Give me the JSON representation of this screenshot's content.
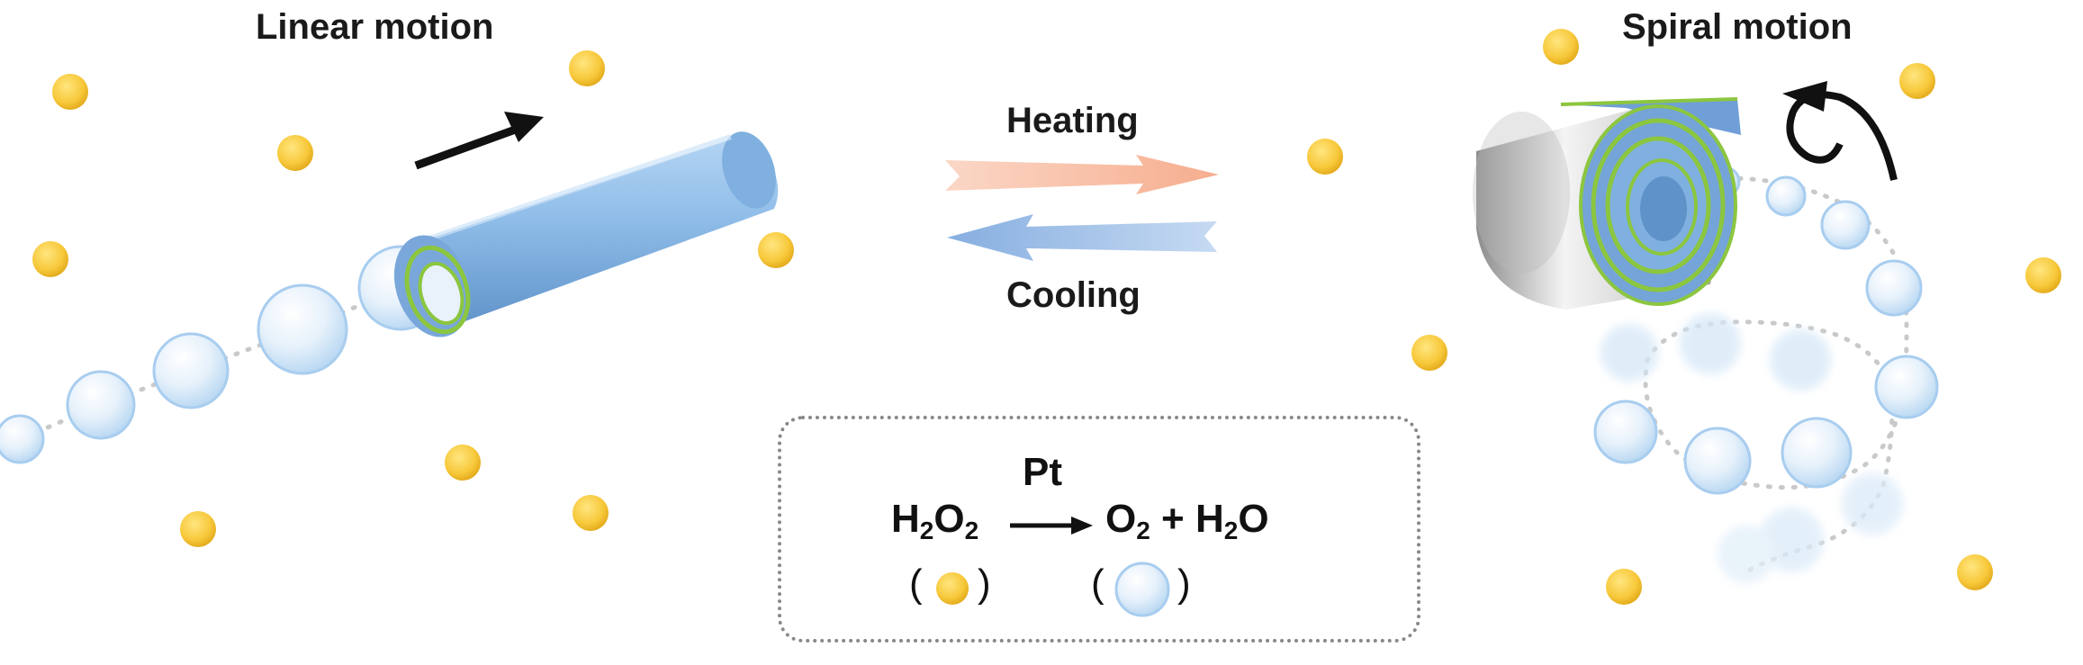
{
  "titles": {
    "left": "Linear motion",
    "right": "Spiral motion"
  },
  "arrows": {
    "heating": "Heating",
    "cooling": "Cooling"
  },
  "reaction": {
    "catalyst": "Pt",
    "reactant": {
      "h": "H",
      "n1": "2",
      "o": "O",
      "n2": "2"
    },
    "product_o2": {
      "o": "O",
      "n": "2"
    },
    "plus": "+",
    "product_h2o": {
      "h": "H",
      "n": "2",
      "o": "O"
    },
    "legend_open": "(",
    "legend_close": ")"
  },
  "colors": {
    "molecule": "#f7c83a",
    "bubble": "#cde4f6",
    "tube": "#86b4e2",
    "heating": "#f7b79c",
    "cooling": "#8fb6e3",
    "inner_ring": "#8cc63f"
  }
}
